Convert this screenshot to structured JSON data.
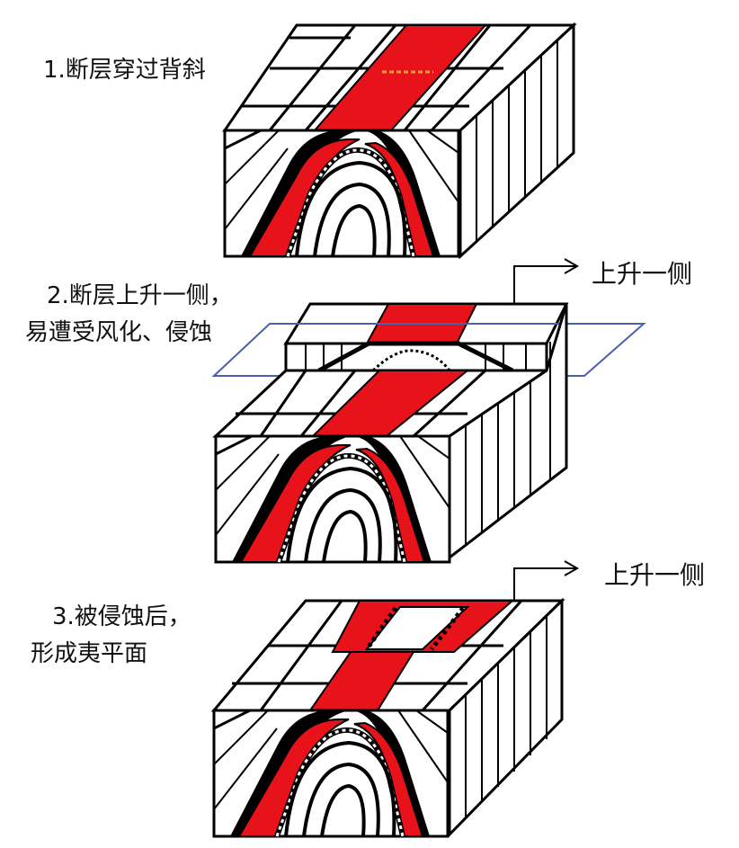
{
  "steps": [
    {
      "lines": [
        "1.断层穿过背斜"
      ]
    },
    {
      "lines": [
        "2.断层上升一侧，",
        "易遭受风化、侵蚀"
      ]
    },
    {
      "lines": [
        "3.被侵蚀后，",
        "形成夷平面"
      ]
    }
  ],
  "arrow_labels": [
    "上升一侧",
    "上升一侧"
  ],
  "colors": {
    "red_layer": "#e8121a",
    "black_layer": "#000000",
    "plane": "#4a5fae"
  }
}
